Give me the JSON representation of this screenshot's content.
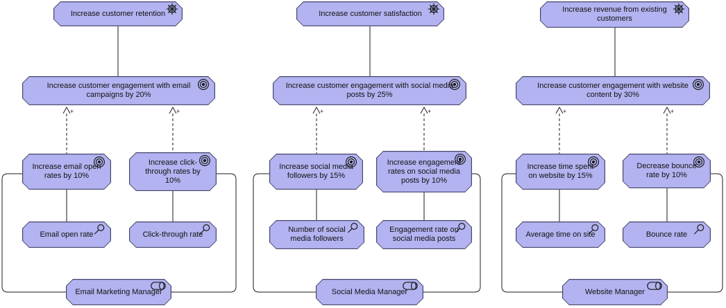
{
  "diagram": {
    "background_color": "#ffffff",
    "element_fill_color": "#b3b3f1",
    "element_border_color": "#45456b",
    "connector_color": "#1a1a1a",
    "icons": {
      "driver": "steering-wheel-icon",
      "goal": "bullseye-icon",
      "metric": "magnifier-icon",
      "role": "role-cylinder-icon"
    }
  },
  "columns": [
    {
      "driver": {
        "label": "Increase customer retention"
      },
      "main_goal": {
        "label": "Increase customer engagement with email campaigns by 20%"
      },
      "sub_goals": [
        {
          "label": "Increase email open rates by 10%"
        },
        {
          "label": "Increase click-through rates by 10%"
        }
      ],
      "metrics": [
        {
          "label": "Email open rate"
        },
        {
          "label": "Click-through rate"
        }
      ],
      "role": {
        "label": "Email Marketing Manager"
      },
      "influence_labels": [
        "+",
        "+"
      ]
    },
    {
      "driver": {
        "label": "Increase customer satisfaction"
      },
      "main_goal": {
        "label": "Increase customer engagement with social media posts by 25%"
      },
      "sub_goals": [
        {
          "label": "Increase social media followers by 15%"
        },
        {
          "label": "Increase engagement rates on social media posts by 10%"
        }
      ],
      "metrics": [
        {
          "label": "Number of social media followers"
        },
        {
          "label": "Engagement rate on social media posts"
        }
      ],
      "role": {
        "label": "Social Media Manager"
      },
      "influence_labels": [
        "+",
        "+"
      ]
    },
    {
      "driver": {
        "label": "Increase revenue from existing customers"
      },
      "main_goal": {
        "label": "Increase customer engagement with website content by 30%"
      },
      "sub_goals": [
        {
          "label": "Increase time spent on website by 15%"
        },
        {
          "label": "Decrease bounce rate by 10%"
        }
      ],
      "metrics": [
        {
          "label": "Average time on site"
        },
        {
          "label": "Bounce rate"
        }
      ],
      "role": {
        "label": "Website Manager"
      },
      "influence_labels": [
        "+",
        "+"
      ]
    }
  ]
}
